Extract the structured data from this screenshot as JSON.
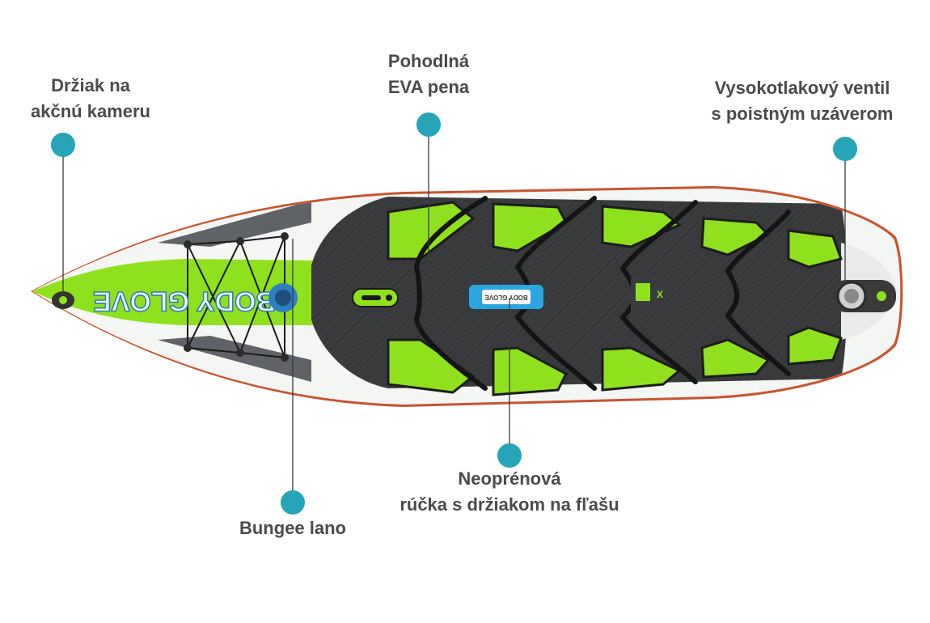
{
  "callouts": {
    "camera_mount": {
      "label": "Držiak na\nakčnú kameru"
    },
    "eva_foam": {
      "label": "Pohodlná\nEVA pena"
    },
    "valve": {
      "label": "Vysokotlakový ventil\ns poistným uzáverom"
    },
    "handle": {
      "label": "Neoprénová\nrúčka s držiakom na fľašu"
    },
    "bungee": {
      "label": "Bungee lano"
    }
  },
  "board": {
    "brand_logo": "BODY GLOVE",
    "handle_logo": "BODY GLOVE"
  },
  "colors": {
    "dot": "#26a5b8",
    "label": "#4a4a4a",
    "accent_green": "#8fe11e",
    "deck_pad": "#3a3b3d",
    "board_white": "#f4f6f4",
    "handle_blue": "#2ba6e0",
    "logo_blue": "#2d7fbf"
  }
}
